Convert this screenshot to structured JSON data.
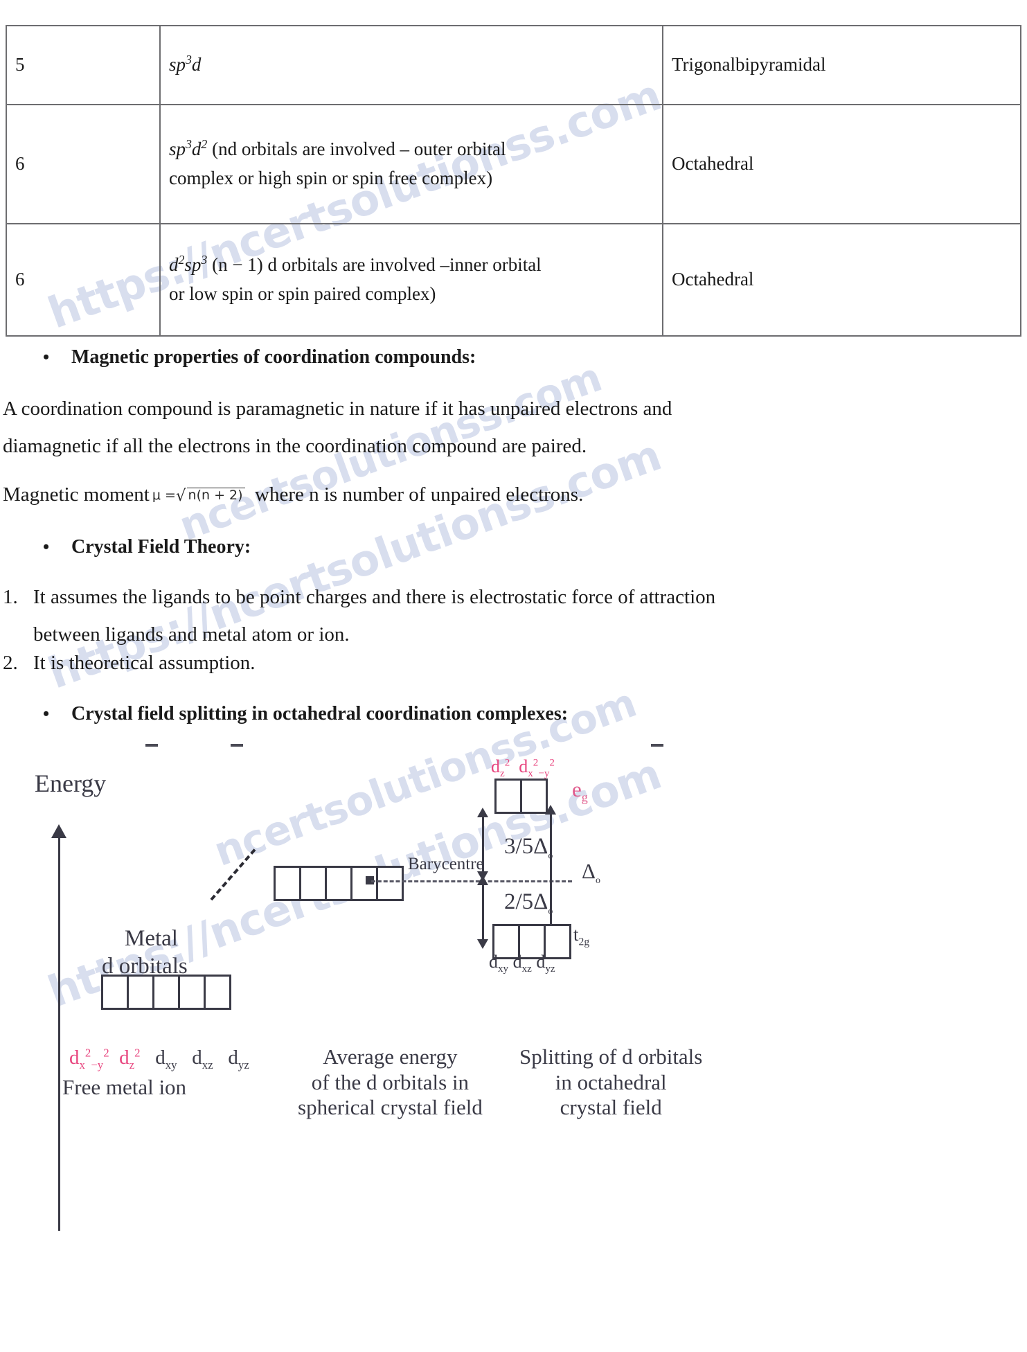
{
  "table": {
    "rows": [
      {
        "coordination_number": "5",
        "hybridisation": "sp3d",
        "hybridisation_parts": {
          "base": "sp",
          "sup1": "3",
          "tail": "d"
        },
        "note": "",
        "geometry": "Trigonalbipyramidal"
      },
      {
        "coordination_number": "6",
        "hybridisation": "sp3d2",
        "note_line1": "(nd orbitals are involved – outer orbital",
        "note_line2": "complex or high spin or spin free complex)",
        "geometry": "Octahedral"
      },
      {
        "coordination_number": "6",
        "hybridisation": "d2sp3",
        "note_line1": "(n − 1) d orbitals are involved –inner orbital",
        "note_line2": "or low spin or spin paired complex)",
        "geometry": "Octahedral"
      }
    ]
  },
  "sections": {
    "magnetic_heading": "Magnetic properties of coordination compounds:",
    "magnetic_para_line1": "A coordination compound is paramagnetic in nature if it has unpaired electrons and",
    "magnetic_para_line2": "diamagnetic if all the electrons in the coordination compound are paired.",
    "moment_prefix": "Magnetic moment",
    "moment_formula_mu": "μ =",
    "moment_formula_radicand": "n(n + 2)",
    "moment_suffix": "where n is number of unpaired electrons.",
    "cft_heading": "Crystal Field Theory:",
    "cft_item1_line1": "It assumes the ligands to be point charges and there is electrostatic force of attraction",
    "cft_item1_line2": "between ligands and metal atom or ion.",
    "cft_item1_number": "1.",
    "cft_item2_number": "2.",
    "cft_item2": "It is theoretical assumption.",
    "splitting_heading": "Crystal field splitting in octahedral coordination complexes:"
  },
  "diagram": {
    "axis_label": "Energy",
    "metal_label_line1": "Metal",
    "metal_label_line2": "d orbitals",
    "barycentre_label": "Barycentre",
    "split_upper": "3/5Δ",
    "split_upper_sub": "o",
    "split_lower": "2/5Δ",
    "split_lower_sub": "o",
    "delta_label": "Δ",
    "delta_sub": "o",
    "eg_label": "e",
    "eg_sub": "g",
    "t2g_label": "t",
    "t2g_sub": "2g",
    "eg_orbitals": "dz²  dx²−y²",
    "t2g_orbitals": "dxy dxz dyz",
    "free_ion_orbitals": "dx²−y²  dz²  dxy  dxz  dyz",
    "caption_free": "Free metal ion",
    "caption_avg_line1": "Average energy",
    "caption_avg_line2": "of the d orbitals in",
    "caption_avg_line3": "spherical crystal field",
    "caption_split_line1": "Splitting of d orbitals",
    "caption_split_line2": "in octahedral",
    "caption_split_line3": "crystal field",
    "box_counts": {
      "free_metal": 5,
      "average": 5,
      "eg": 2,
      "t2g": 3
    }
  },
  "watermark": {
    "text": "https://ncertsolutionss.com",
    "fragment_a": "https://ncertsolutionss.com",
    "fragment_b": "ncertsolutionss.com",
    "color": "#7f93c9"
  }
}
